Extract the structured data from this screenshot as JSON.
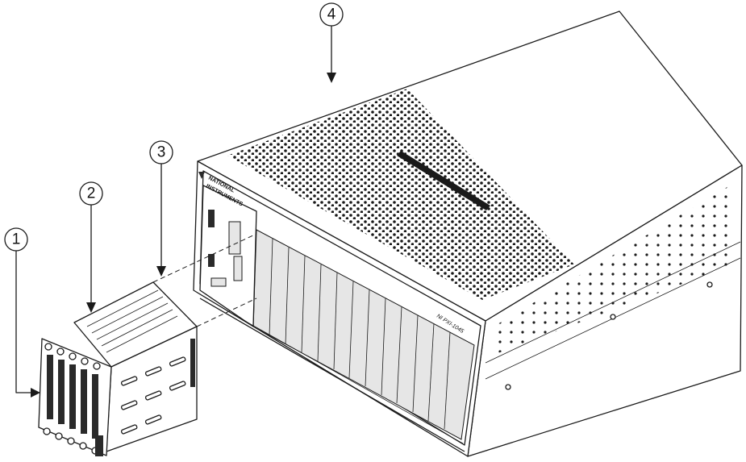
{
  "callouts": [
    {
      "label": "1"
    },
    {
      "label": "2"
    },
    {
      "label": "3"
    },
    {
      "label": "4"
    }
  ],
  "chassis": {
    "brand_line1": "NATIONAL",
    "brand_line2": "INSTRUMENTS",
    "model": "NI PXI-1045"
  },
  "colors": {
    "line": "#1a1a1a",
    "background": "#ffffff"
  }
}
